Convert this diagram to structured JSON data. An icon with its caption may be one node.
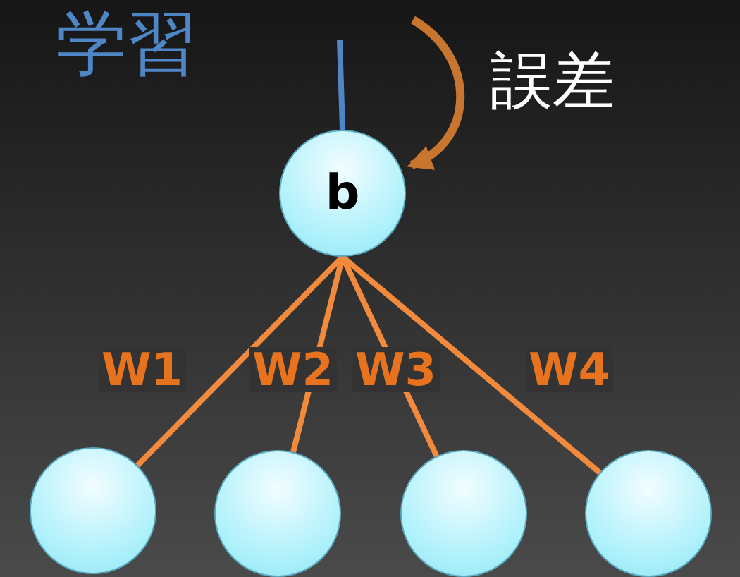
{
  "diagram": {
    "title": "学習",
    "nodes": [
      {
        "text": [
          "b"
        ]
      },
      {
        "text": [],
        "shape": "circle"
      },
      {
        "text": [],
        "shape": "circle"
      },
      {
        "text": [],
        "shape": "circle"
      },
      {
        "text": [],
        "shape": "circle"
      }
    ],
    "edges": [
      {
        "from": null,
        "to": 0,
        "arrow": "none",
        "color": "#4f86c6"
      },
      {
        "from": null,
        "to": 0,
        "arrow": "to",
        "color": "#c8752f"
      },
      {
        "from": 0,
        "to": 1,
        "arrow": "none",
        "label": "W1"
      },
      {
        "from": 0,
        "to": 2,
        "arrow": "none",
        "label": "W2"
      },
      {
        "from": 0,
        "to": 3,
        "arrow": "none",
        "label": "W3"
      },
      {
        "from": 0,
        "to": 4,
        "arrow": "none",
        "label": "W4"
      }
    ],
    "labels": [
      "誤差"
    ]
  }
}
